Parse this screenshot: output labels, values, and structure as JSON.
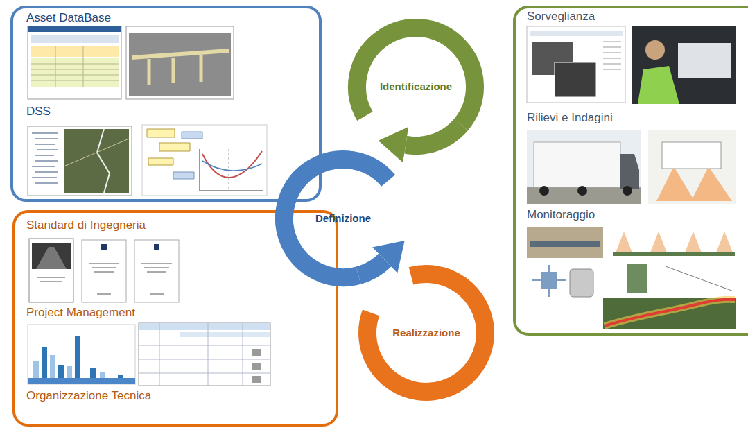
{
  "diagram": {
    "nodes": [
      {
        "text": [
          "Asset DataBase",
          "DSS"
        ]
      },
      {
        "text": [
          "Standard di Ingegneria",
          "Project Management",
          "Organizzazione Tecnica"
        ]
      },
      {
        "text": [
          "Identificazione"
        ]
      },
      {
        "text": [
          "Definizione"
        ]
      },
      {
        "text": [
          "Realizzazione"
        ]
      },
      {
        "text": [
          "Sorveglianza",
          "Rilievi e Indagini",
          "Monitoraggio"
        ]
      }
    ],
    "edges": [
      {
        "from": 2,
        "to": 3,
        "arrow": "to"
      },
      {
        "from": 3,
        "to": 4,
        "arrow": "to"
      }
    ]
  }
}
